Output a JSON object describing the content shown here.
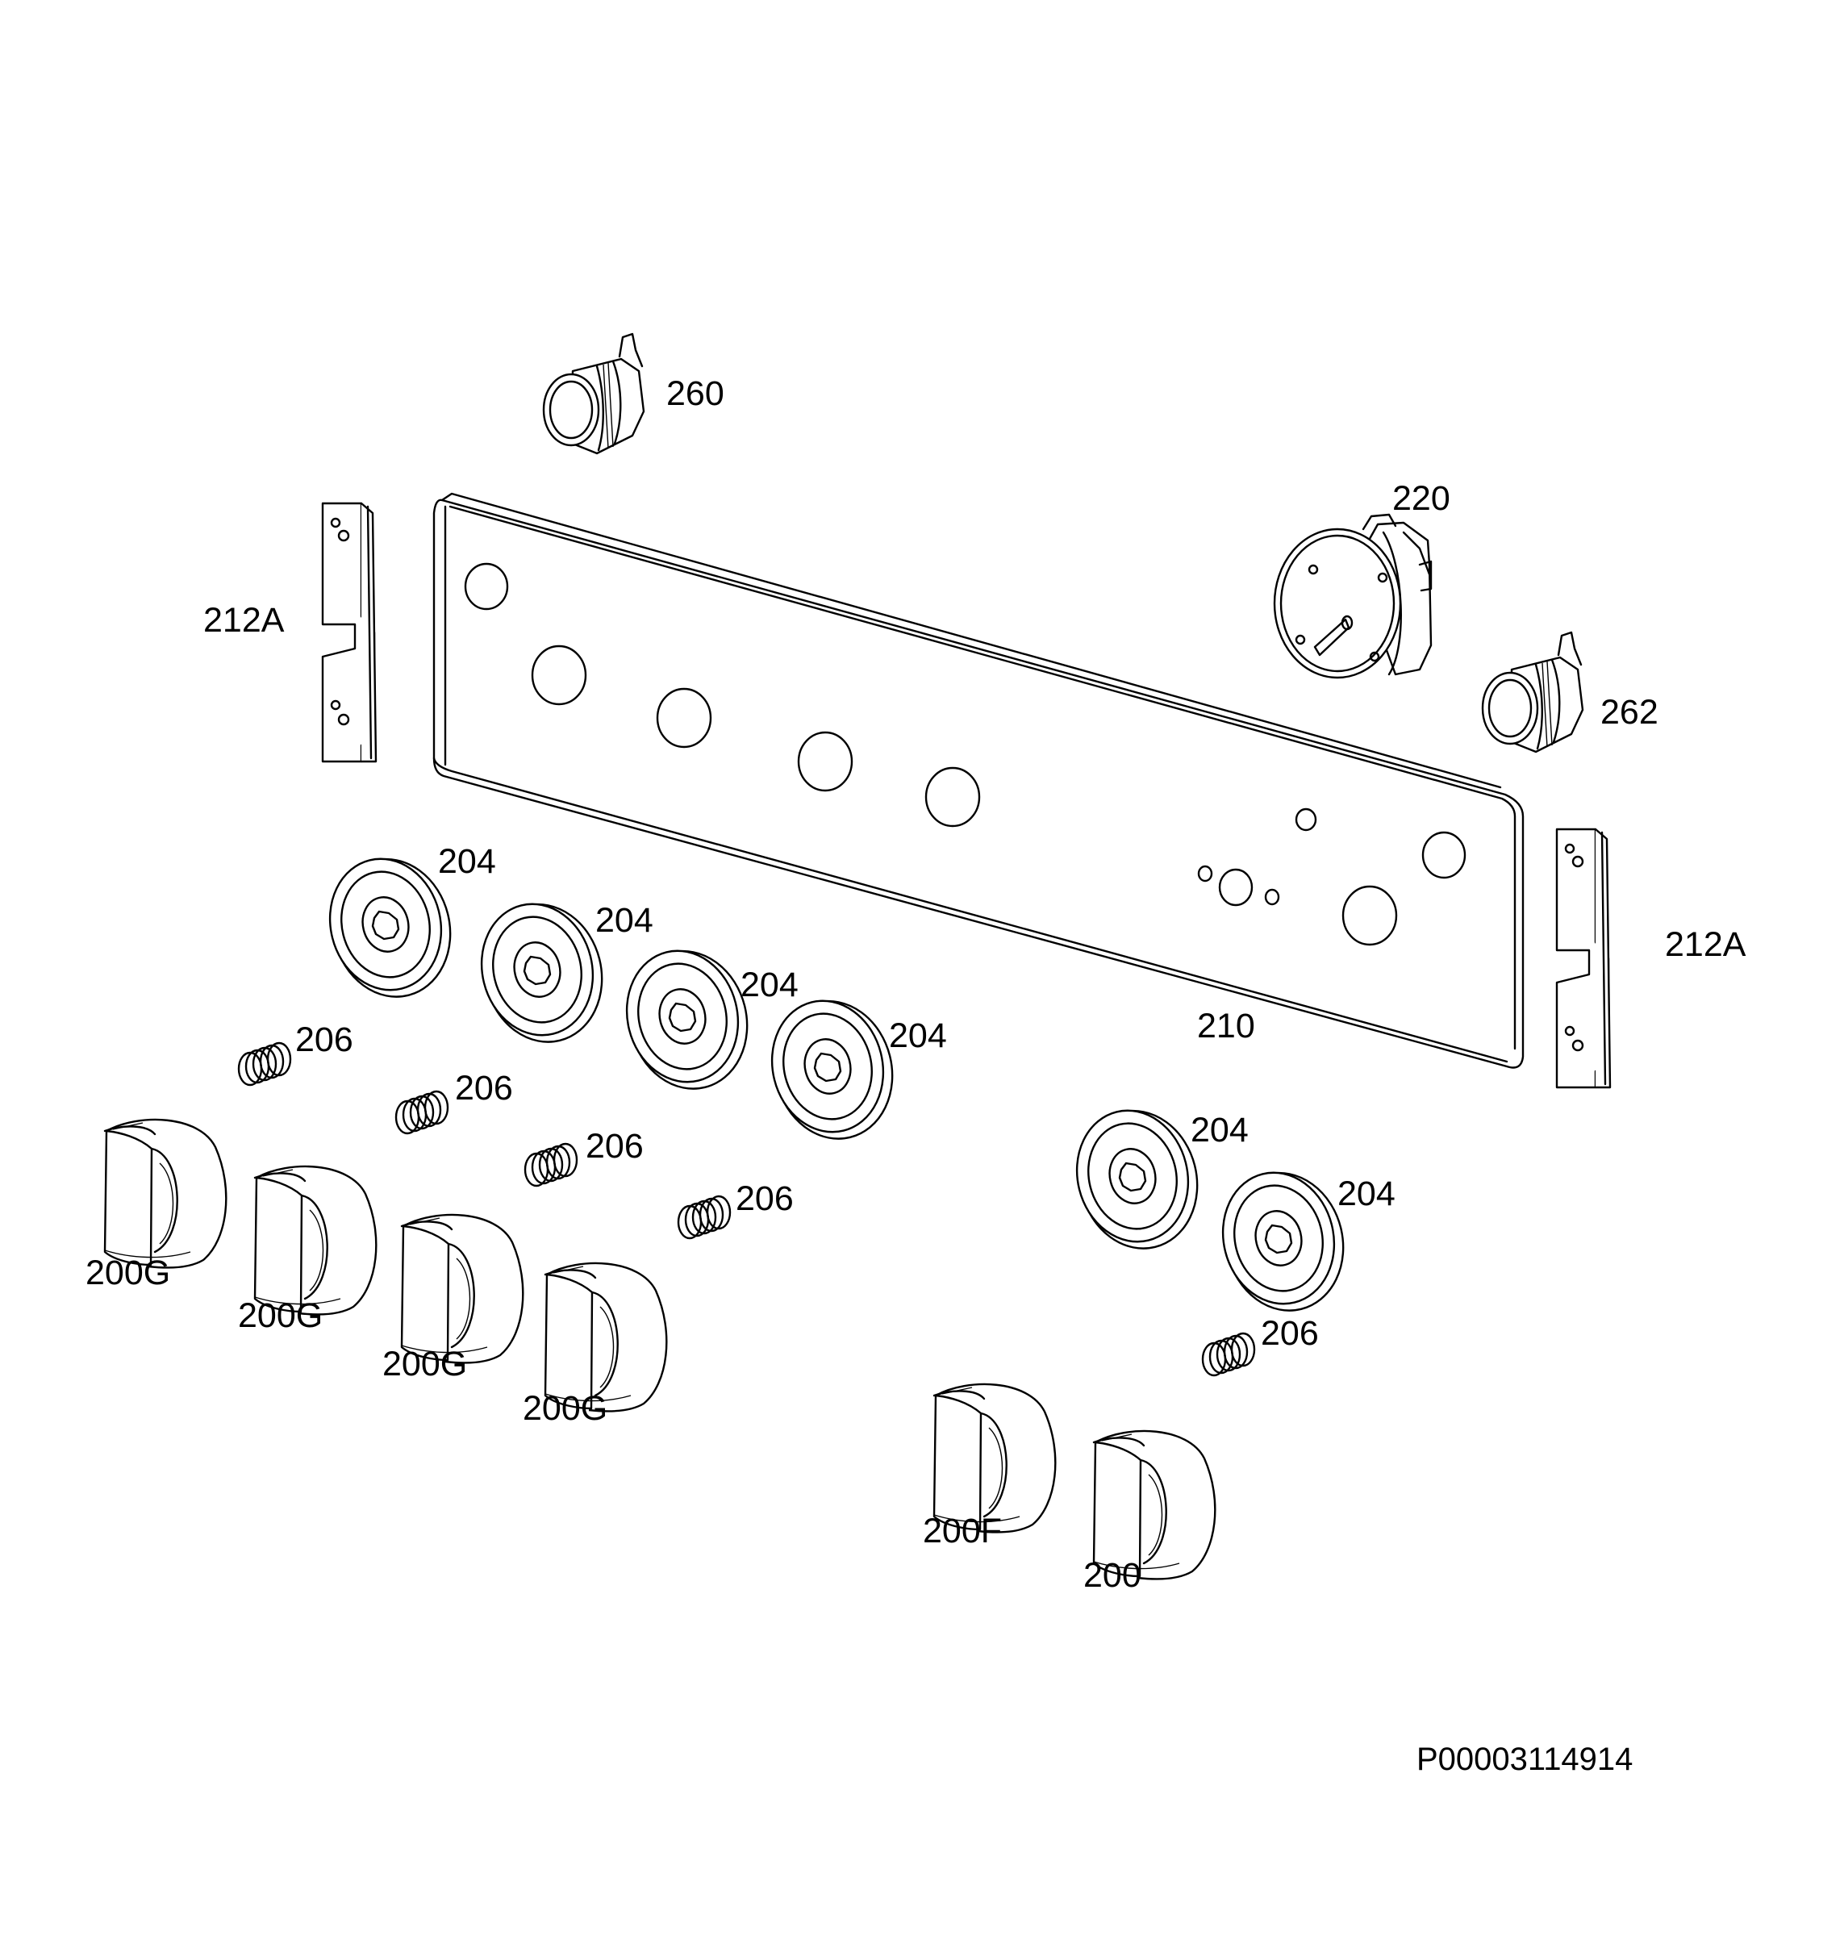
{
  "labels": {
    "p260": "260",
    "p220": "220",
    "p212a_left": "212A",
    "p212a_right": "212A",
    "p262": "262",
    "p210": "210",
    "p204_1": "204",
    "p204_2": "204",
    "p204_3": "204",
    "p204_4": "204",
    "p204_5": "204",
    "p204_6": "204",
    "p206_1": "206",
    "p206_2": "206",
    "p206_3": "206",
    "p206_4": "206",
    "p206_5": "206",
    "p200g_1": "200G",
    "p200g_2": "200G",
    "p200g_3": "200G",
    "p200g_4": "200G",
    "p200f": "200F",
    "p200": "200"
  },
  "reference_code": "P00003114914"
}
